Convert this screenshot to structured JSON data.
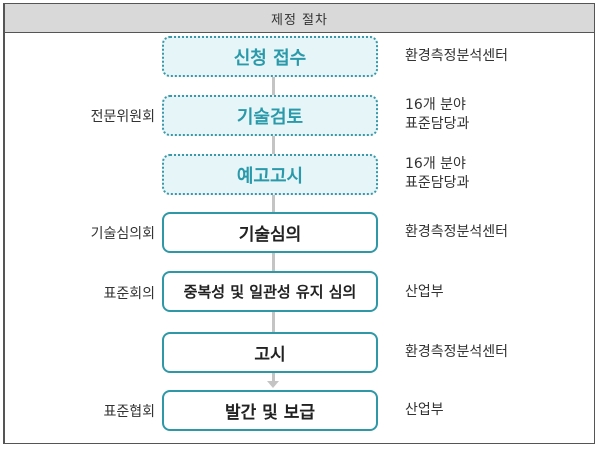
{
  "header": {
    "title": "제정 절차"
  },
  "steps": [
    {
      "label": "신청 접수",
      "style": "dotted",
      "left_label": "",
      "right_label": [
        "환경측정분석센터"
      ]
    },
    {
      "label": "기술검토",
      "style": "dotted",
      "left_label": "",
      "right_label": [
        "16개 분야",
        "표준담당과"
      ]
    },
    {
      "label": "예고고시",
      "style": "dotted",
      "left_label": "",
      "right_label": [
        "16개 분야",
        "표준담당과"
      ]
    },
    {
      "label": "기술심의",
      "style": "solid",
      "left_label": "기술심의회",
      "right_label": [
        "환경측정분석센터"
      ]
    },
    {
      "label": "중복성 및 일관성 유지 심의",
      "style": "solid",
      "left_label": "표준회의",
      "right_label": [
        "산업부"
      ]
    },
    {
      "label": "고시",
      "style": "solid",
      "left_label": "",
      "right_label": [
        "환경측정분석센터"
      ]
    },
    {
      "label": "발간 및 보급",
      "style": "solid",
      "left_label": "표준협회",
      "right_label": [
        "산업부"
      ]
    }
  ],
  "group_labels": {
    "expert_committee": "전문위원회"
  },
  "colors": {
    "accent": "#2f98a6",
    "dotted_fill": "#e6f5f8",
    "header_bg": "#d9d9d9",
    "connector": "#c4c4c4"
  }
}
